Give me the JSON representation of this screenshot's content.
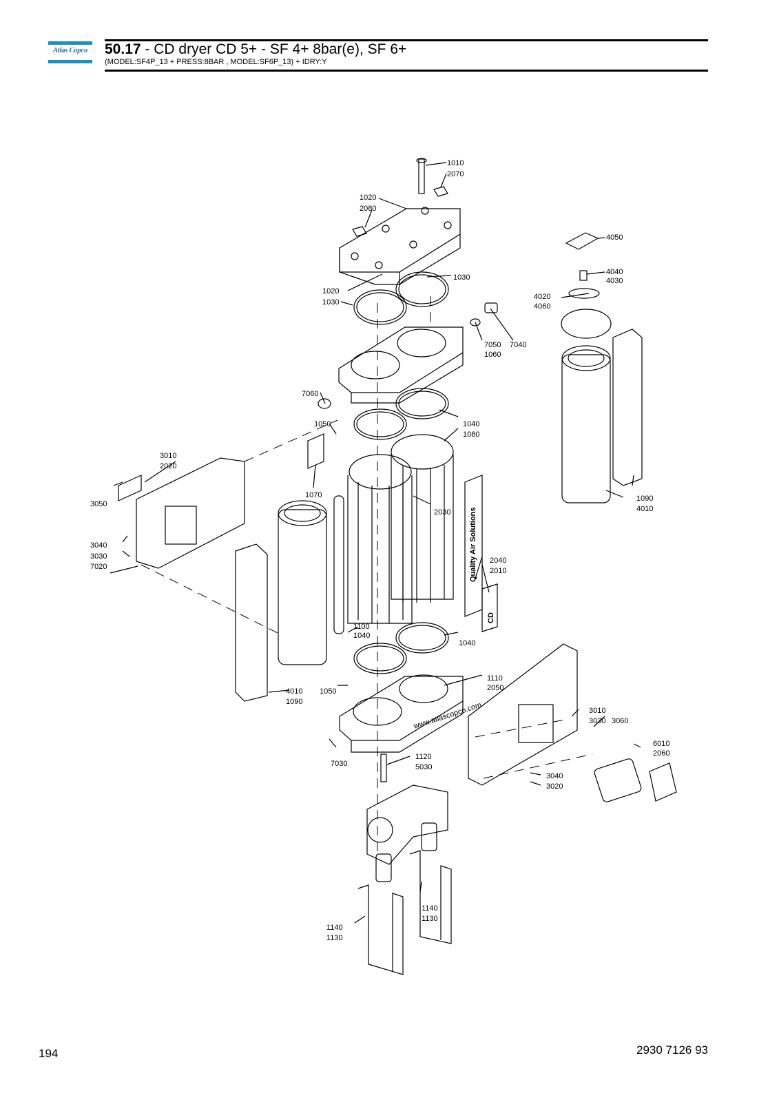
{
  "header": {
    "logo_text": "Atlas Copco",
    "section_number": "50.17",
    "section_title": " - CD dryer CD 5+ - SF 4+ 8bar(e), SF 6+",
    "subtitle": "(MODEL:SF4P_13 + PRESS:8BAR , MODEL:SF6P_13) + IDRY:Y"
  },
  "callouts": [
    "1010",
    "2070",
    "1020",
    "2080",
    "4050",
    "4040",
    "4030",
    "1030",
    "1020",
    "1030",
    "4020",
    "4060",
    "7050",
    "1060",
    "7040",
    "7060",
    "1050",
    "1040",
    "1080",
    "3010",
    "2020",
    "3050",
    "1070",
    "2030",
    "1090",
    "4010",
    "3040",
    "3030",
    "7020",
    "2040",
    "2010",
    "1100",
    "1040",
    "1040",
    "4010",
    "1090",
    "1050",
    "1110",
    "2050",
    "3010",
    "3030",
    "3060",
    "6010",
    "2060",
    "7030",
    "1120",
    "5030",
    "3040",
    "3020",
    "1140",
    "1130",
    "1140",
    "1130"
  ],
  "decal_texts": {
    "brand_strip": "Quality Air Solutions",
    "product_logo": "CD",
    "website": "www.atlascopco.com"
  },
  "footer": {
    "page_number": "194",
    "doc_number": "2930 7126 93"
  }
}
